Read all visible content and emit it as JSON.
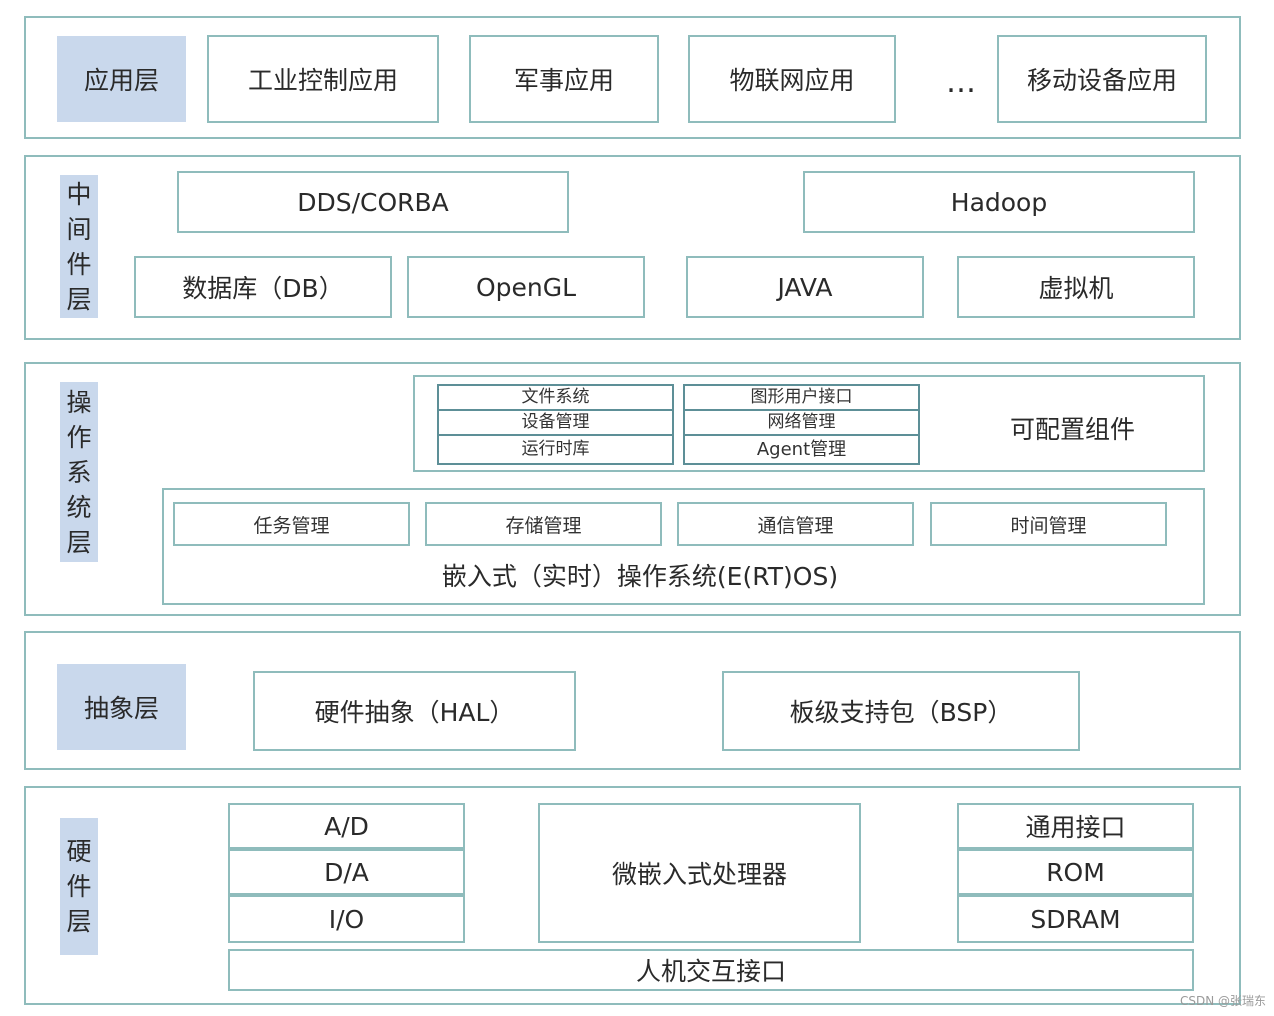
{
  "application_layer": {
    "label": "应用层",
    "apps": [
      "工业控制应用",
      "军事应用",
      "物联网应用",
      "移动设备应用"
    ],
    "ellipsis": "…"
  },
  "middleware_layer": {
    "label_chars": [
      "中",
      "间",
      "件",
      "层"
    ],
    "items": [
      "DDS/CORBA",
      "Hadoop",
      "数据库（DB）",
      "OpenGL",
      "JAVA",
      "虚拟机"
    ]
  },
  "os_layer": {
    "label_chars": [
      "操",
      "作",
      "系",
      "统",
      "层"
    ],
    "configurable": {
      "left": [
        "文件系统",
        "设备管理",
        "运行时库"
      ],
      "right": [
        "图形用户接口",
        "网络管理",
        "Agent管理"
      ],
      "title": "可配置组件"
    },
    "kernel": {
      "services": [
        "任务管理",
        "存储管理",
        "通信管理",
        "时间管理"
      ],
      "title": "嵌入式（实时）操作系统(E(RT)OS)"
    }
  },
  "abstraction_layer": {
    "label": "抽象层",
    "items": [
      "硬件抽象（HAL）",
      "板级支持包（BSP）"
    ]
  },
  "hardware_layer": {
    "label_chars": [
      "硬",
      "件",
      "层"
    ],
    "left": [
      "A/D",
      "D/A",
      "I/O"
    ],
    "center": "微嵌入式处理器",
    "right": [
      "通用接口",
      "ROM",
      "SDRAM"
    ],
    "bottom": "人机交互接口"
  },
  "cursor_glyph": "+",
  "watermark": "CSDN @张瑞东",
  "colors": {
    "border": "#8fbcbc",
    "label_bg": "#c9d8ec",
    "cell_border": "#5d8f97"
  }
}
